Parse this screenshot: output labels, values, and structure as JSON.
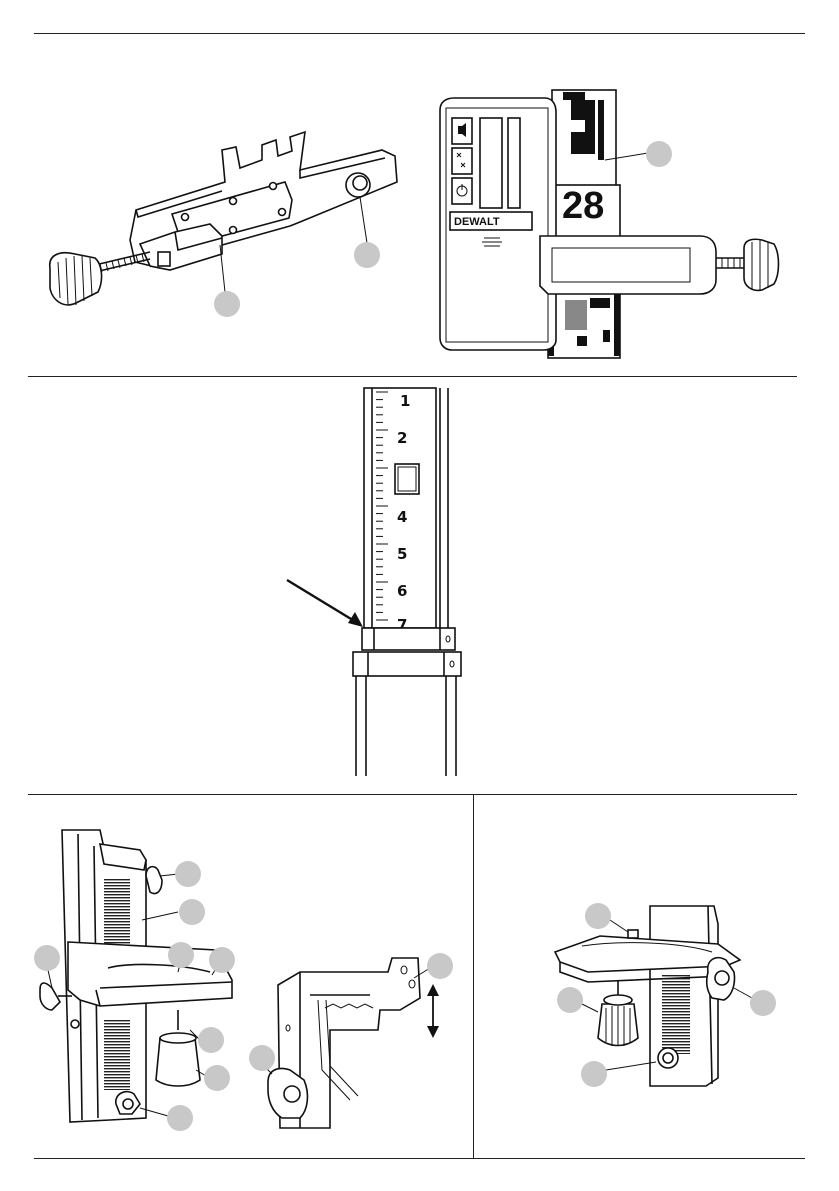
{
  "brand_label": "DEWALT",
  "rod_scale_numbers": [
    "1",
    "2",
    "4",
    "5",
    "6",
    "7"
  ],
  "rod_big_number": "28",
  "figures": [
    {
      "name": "clamp-bracket"
    },
    {
      "name": "detector-on-rod"
    },
    {
      "name": "grade-rod-clamp"
    },
    {
      "name": "bracket-mount-detail"
    },
    {
      "name": "bracket-underside"
    }
  ]
}
